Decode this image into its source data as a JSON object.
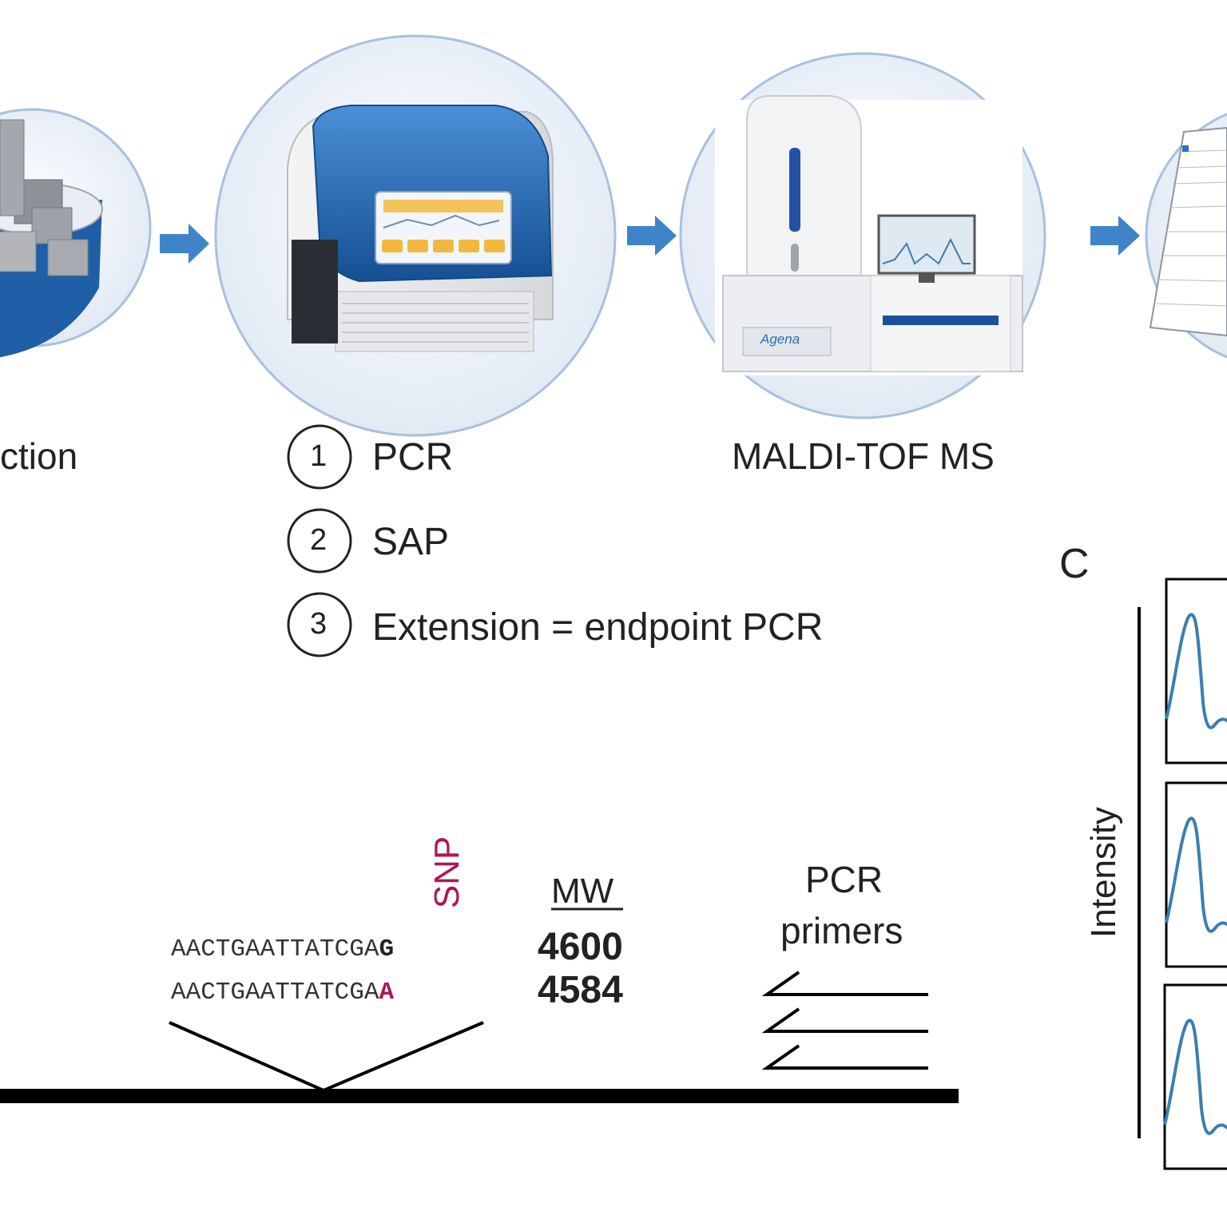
{
  "steps": {
    "extraction_label": "ction",
    "maldi_label": "MALDI-TOF MS",
    "instrument_brand": "Agena",
    "pcr_list": [
      {
        "num": "1",
        "text": "PCR"
      },
      {
        "num": "2",
        "text": "SAP"
      },
      {
        "num": "3",
        "text": "Extension = endpoint PCR"
      }
    ]
  },
  "assay": {
    "snp_label": "SNP",
    "mw_header": "MW",
    "seq_prefix": "AACTGAATTATCGA",
    "alleles": [
      {
        "base": "G",
        "mw": "4600",
        "color": "#222222"
      },
      {
        "base": "A",
        "mw": "4584",
        "color": "#b0145a"
      }
    ],
    "primers_label_line1": "PCR",
    "primers_label_line2": "primers"
  },
  "panel_c": {
    "letter": "C",
    "ylabel": "Intensity"
  },
  "colors": {
    "accent_blue": "#2a6fb8",
    "snp_magenta": "#b0145a",
    "trace_blue": "#3a7fb0",
    "circle_fill": "#e7eef8",
    "circle_stroke": "#a9c0de"
  }
}
